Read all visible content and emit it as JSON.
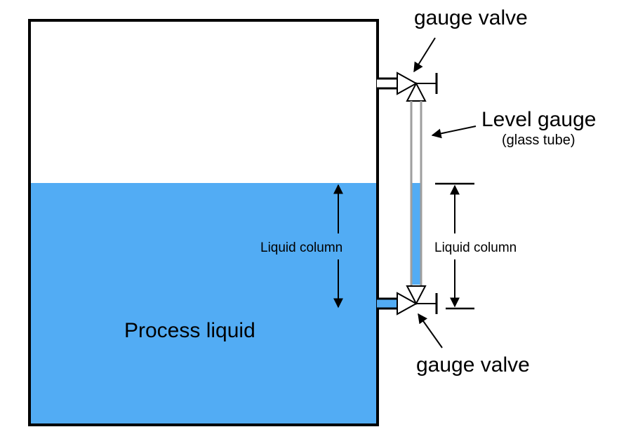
{
  "diagram": {
    "labels": {
      "top_valve": "gauge valve",
      "bottom_valve": "gauge valve",
      "gauge_title": "Level gauge",
      "gauge_subtitle": "(glass tube)",
      "tank_column": "Liquid column",
      "gauge_column": "Liquid column",
      "process": "Process liquid"
    },
    "colors": {
      "liquid": "#52acf4",
      "outline": "#000000",
      "tube": "#9e9e9e",
      "background": "#ffffff"
    }
  }
}
